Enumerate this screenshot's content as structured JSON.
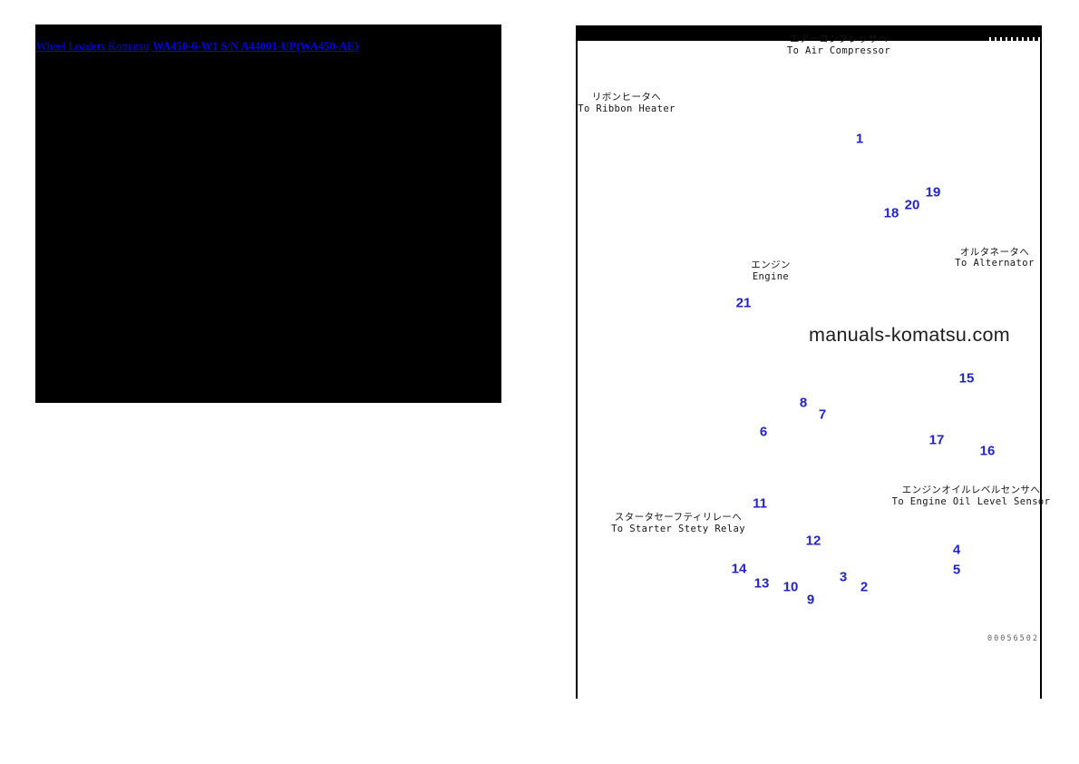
{
  "header": {
    "link_prefix": "Wheel Loaders Komatsu",
    "link_model": "WA450-6-W1 S/N A44001-UP(WA450-AE)",
    "link_color": "#0000ee"
  },
  "diagram": {
    "watermark": "manuals-komatsu.com",
    "figure_number": "00056502",
    "callout_color": "#2323cb",
    "callouts": [
      "1",
      "19",
      "20",
      "18",
      "21",
      "15",
      "17",
      "16",
      "8",
      "7",
      "6",
      "11",
      "12",
      "14",
      "13",
      "10",
      "9",
      "3",
      "2",
      "4",
      "5"
    ],
    "labels": {
      "air_compressor": {
        "jp": "エアーコンプレッサへ",
        "en": "To Air Compressor"
      },
      "ribbon_heater": {
        "jp": "リボンヒータへ",
        "en": "To Ribbon Heater"
      },
      "alternator": {
        "jp": "オルタネータへ",
        "en": "To Alternator"
      },
      "engine": {
        "jp": "エンジン",
        "en": "Engine"
      },
      "starter_relay": {
        "jp": "スタータセーフティリレーへ",
        "en": "To Starter Stety Relay"
      },
      "oil_level_sensor": {
        "jp": "エンジンオイルレベルセンサへ",
        "en": "To Engine Oil Level Sensor"
      }
    }
  }
}
